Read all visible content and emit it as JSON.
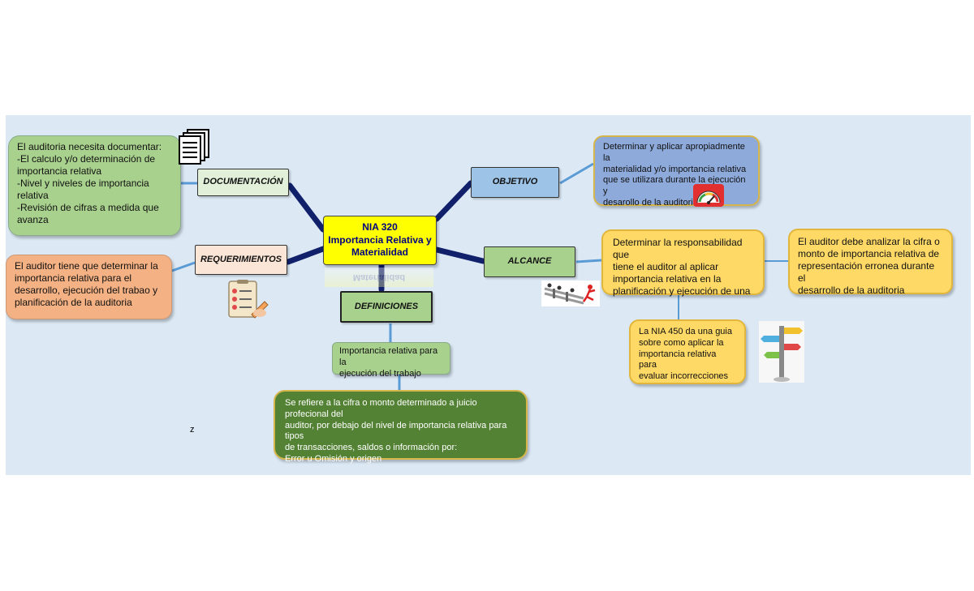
{
  "center": {
    "line1": "NIA 320",
    "line2": "Importancia Relativa y",
    "line3": "Materialidad"
  },
  "labels": {
    "documentacion": "DOCUMENTACIÓN",
    "requerimientos": "REQUERIMIENTOS",
    "objetivo": "OBJETIVO",
    "alcance": "ALCANCE",
    "definiciones": "DEFINICIONES"
  },
  "documentacion_text": {
    "line1": "El auditoria necesita documentar:",
    "line2": "-El calculo y/o determinación de",
    "line3": "importancia relativa",
    "line4": "-Nivel y niveles de importancia",
    "line5": "relativa",
    "line6": "-Revisión de cifras a medida que",
    "line7": "avanza"
  },
  "requerimientos_text": {
    "line1": "El auditor tiene que determinar la",
    "line2": "importancia relativa para el",
    "line3": "desarrollo, ejecución del trabao y",
    "line4": "planificación de la auditoria"
  },
  "objetivo_text": {
    "line1": "Determinar y aplicar apropiadmente la",
    "line2": "materialidad y/o importancia relativa",
    "line3": "que se utilizara durante la ejecución y",
    "line4": "desarollo de la auditoria"
  },
  "alcance_text": {
    "line1": "Determinar la responsabilidad que",
    "line2": "tiene el auditor al aplicar",
    "line3": "importancia relativa en la",
    "line4": "planificación y ejecución de una"
  },
  "alcance_right_text": {
    "line1": "El auditor debe analizar la cifra o",
    "line2": "monto de importancia relativa de",
    "line3": "representación erronea durante el",
    "line4": "desarrollo de la auditoria"
  },
  "nia450_text": {
    "line1": "La NIA 450 da una guia",
    "line2": "sobre como aplicar la",
    "line3": "importancia relativa para",
    "line4": "evaluar incorrecciones"
  },
  "definiciones_text": {
    "line1": "Importancia relativa para la",
    "line2": "ejecución del trabajo"
  },
  "definicion_detail": {
    "line1": "Se refiere a la cifra o monto determinado a juicio profecional del",
    "line2": "auditor, por debajo del nivel de importancia relativa para tipos",
    "line3": "de transacciones, saldos o información por:",
    "line4": "Error u Omisión y origen"
  },
  "stray_char": "z",
  "colors": {
    "background": "#dce9f5",
    "center": "#ffff00",
    "connector_thick": "#10206a",
    "connector_thin": "#5b9bd5",
    "green_light": "#a9d18e",
    "orange": "#f4b183",
    "blue_box": "#8eaadb",
    "yellow_box": "#ffd966",
    "green_dark": "#548235"
  },
  "icons": [
    "documents-icon",
    "checklist-icon",
    "gauge-icon",
    "race-hurdles-icon",
    "signpost-icon"
  ]
}
